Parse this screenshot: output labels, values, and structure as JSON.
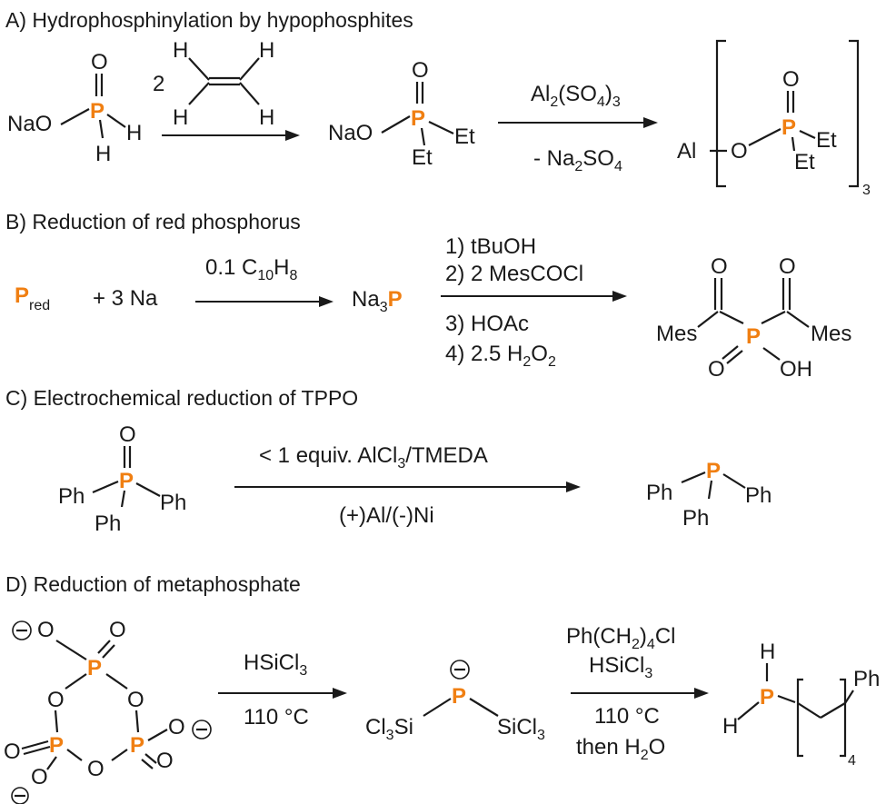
{
  "sections": {
    "A": "A) Hydrophosphinylation by hypophosphites",
    "B": "B) Reduction of red phosphorus",
    "C": "C) Electrochemical reduction of TPPO",
    "D": "D) Reduction of metaphosphate"
  },
  "colors": {
    "phosphorus": "#f07f12",
    "ink": "#1a1a1a"
  },
  "charge_icon": "minus-circle-icon",
  "atoms": {
    "O": "O",
    "P": "P",
    "H": "H",
    "Na": "Na",
    "Al": "Al",
    "Et": "Et",
    "Ph": "Ph",
    "Mes": "Mes",
    "Si": "Si",
    "Cl": "Cl",
    "OH": "OH",
    "NaO": "NaO",
    "Cl3Si": "Cl",
    "SiCl3": "SiCl",
    "three": "3",
    "four": "4",
    "two": "2",
    "red": "red"
  },
  "reagents": {
    "a_two": "2",
    "a_al2_main": "Al",
    "a_al2_sub2": "2",
    "a_al2_so4": "(SO",
    "a_al2_sub4": "4",
    "a_al2_close": ")",
    "a_al2_sub3": "3",
    "a_na2so4_main": "- Na",
    "a_na2so4_sub2": "2",
    "a_na2so4_so": "SO",
    "a_na2so4_sub4": "4",
    "a_bracket_sub": "3",
    "b_plus": "+  3 Na",
    "b_cat_main": "0.1 C",
    "b_cat_sub10": "10",
    "b_cat_h": "H",
    "b_cat_sub8": "8",
    "b_na3": "Na",
    "b_na3_sub": "3",
    "b_step1": "1) tBuOH",
    "b_step2": "2) 2 MesCOCl",
    "b_step3": "3) HOAc",
    "b_step4_main": "4) 2.5 H",
    "b_step4_sub2a": "2",
    "b_step4_o": "O",
    "b_step4_sub2b": "2",
    "c_above_main": "< 1 equiv. AlCl",
    "c_above_sub": "3",
    "c_above_rest": "/TMEDA",
    "c_below": "(+)Al/(-)Ni",
    "d_r1_main": "HSiCl",
    "d_r1_sub": "3",
    "d_cond1": "110 °C",
    "d_r2_main": "Ph(CH",
    "d_r2_sub": "2",
    "d_r2_rest": ")",
    "d_r2_sub4": "4",
    "d_r2_cl": "Cl",
    "d_r3_main": "HSiCl",
    "d_r3_sub": "3",
    "d_cond2": "110 °C",
    "d_then_main": "then H",
    "d_then_sub": "2",
    "d_then_o": "O",
    "d_chain_sub": "4"
  }
}
